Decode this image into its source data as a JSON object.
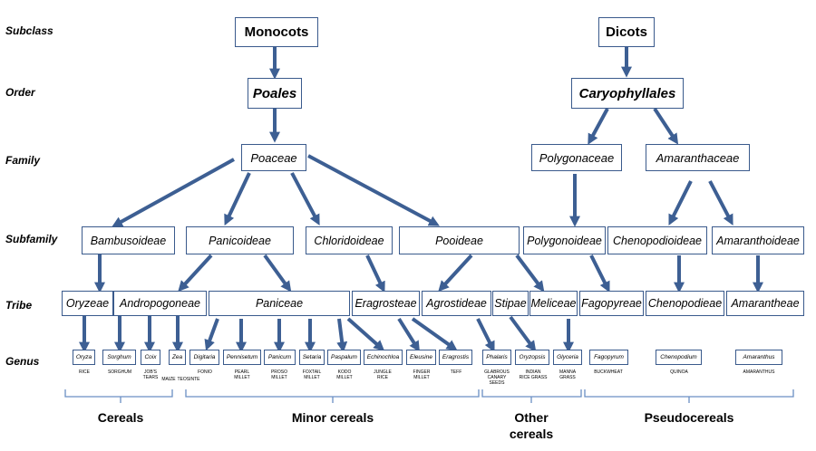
{
  "levels": {
    "subclass": "Subclass",
    "order": "Order",
    "family": "Family",
    "subfamily": "Subfamily",
    "tribe": "Tribe",
    "genus": "Genus"
  },
  "subclass": {
    "monocots": "Monocots",
    "dicots": "Dicots"
  },
  "order": {
    "poales": "Poales",
    "caryophyllales": "Caryophyllales"
  },
  "family": {
    "poaceae": "Poaceae",
    "polygonaceae": "Polygonaceae",
    "amaranthaceae": "Amaranthaceae"
  },
  "subfamily": {
    "bambusoideae": "Bambusoideae",
    "panicoideae": "Panicoideae",
    "chloridoideae": "Chloridoideae",
    "pooideae": "Pooideae",
    "polygonoideae": "Polygonoideae",
    "chenopodioideae": "Chenopodioideae",
    "amaranthoideae": "Amaranthoideae"
  },
  "tribe": {
    "oryzeae": "Oryzeae",
    "andropogoneae": "Andropogoneae",
    "paniceae": "Paniceae",
    "eragrosteae": "Eragrosteae",
    "agrostideae": "Agrostideae",
    "stipae": "Stipae",
    "meliceae": "Meliceae",
    "fagopyreae": "Fagopyreae",
    "chenopodieae": "Chenopodieae",
    "amarantheae": "Amarantheae"
  },
  "genus": {
    "oryza": "Oryza",
    "sorghum": "Sorghum",
    "coix": "Coix",
    "zea": "Zea",
    "digitaria": "Digitaria",
    "pennisetum": "Pennisetum",
    "panicum": "Panicum",
    "setaria": "Setaria",
    "paspalum": "Paspalum",
    "echinochloa": "Echinochloa",
    "eleusine": "Eleusine",
    "eragrostis": "Eragrostis",
    "phalaris": "Phalaris",
    "oryzopsis": "Oryzopsis",
    "glyceria": "Glyceria",
    "fagopyrum": "Fagopyrum",
    "chenopodium": "Chenopodium",
    "amaranthus": "Amaranthus"
  },
  "common": {
    "rice": "RICE",
    "sorghum": "SORGHUM",
    "jobs_tears": "JOB'S\nTEARS",
    "maize": "MAIZE",
    "teosinte": "TEOSINTE",
    "fonio": "FONIO",
    "pearl_millet": "PEARL\nMILLET",
    "proso_millet": "PROSO\nMILLET",
    "foxtail_millet": "FOXTAIL\nMILLET",
    "kodo_millet": "KODO\nMILLET",
    "jungle_rice": "JUNGLE\nRICE",
    "finger_millet": "FINGER\nMILLET",
    "teff": "TEFF",
    "glabrous_canary_seeds": "GLABROUS\nCANARY\nSEEDS",
    "indian_rice_grass": "INDIAN\nRICE GRASS",
    "manna_grass": "MANNA\nGRASS",
    "buckwheat": "BUCKWHEAT",
    "quinoa": "QUINOA",
    "amaranthus": "AMARANTHUS"
  },
  "groups": {
    "cereals": "Cereals",
    "minor_cereals": "Minor cereals",
    "other_cereals": "Other\ncereals",
    "pseudocereals": "Pseudocereals"
  },
  "colors": {
    "box_border": "#3a5a8c",
    "arrow": "#3d5f93",
    "bracket": "#6a8fc4"
  }
}
